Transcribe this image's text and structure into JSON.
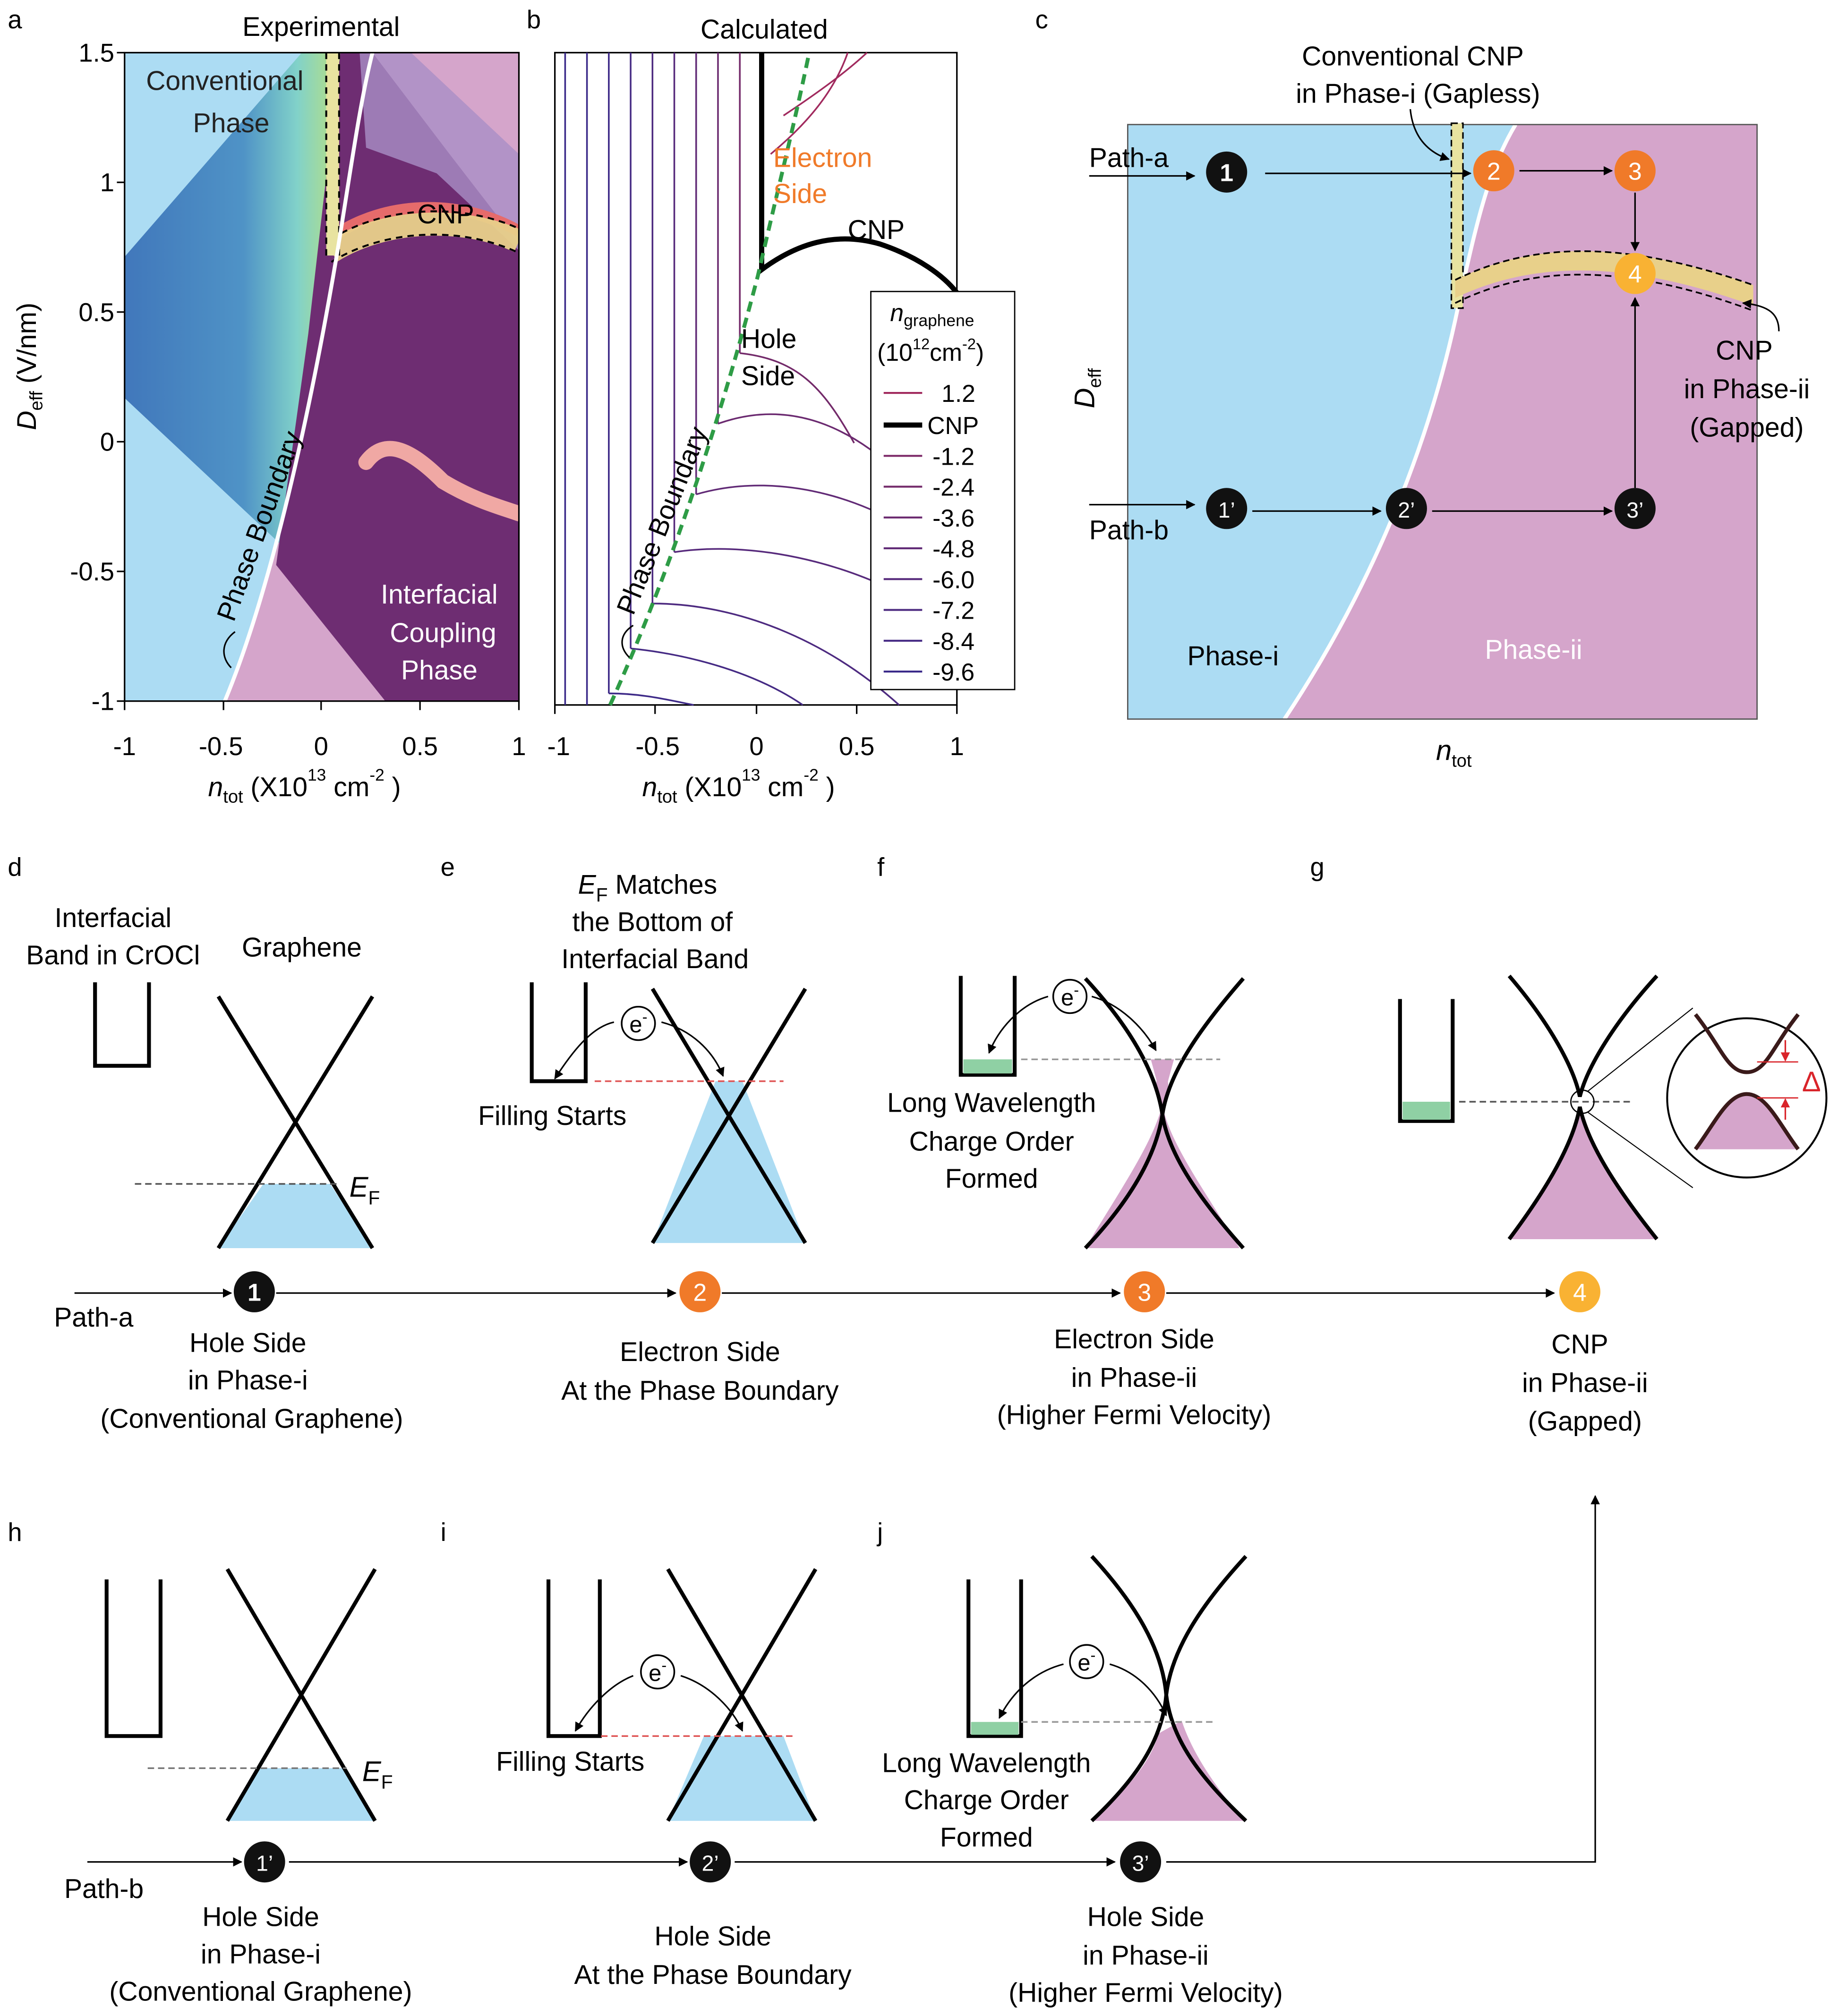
{
  "colors": {
    "phase_i": "#acdcf3",
    "phase_ii": "#d5a5cb",
    "dark_purple": "#6b2a6e",
    "orange": "#f07a29",
    "amber": "#f9b233",
    "yellow_band": "#e8e3a0",
    "green": "#8fd0a4",
    "green_dash": "#2e9c46",
    "red": "#d9242a",
    "legend_pos": "#a12a5e",
    "legend_neg": "#3b2a8a"
  },
  "panel_letters": [
    "a",
    "b",
    "c",
    "d",
    "e",
    "f",
    "g",
    "h",
    "i",
    "j"
  ],
  "panel_a": {
    "title": "Experimental",
    "ylabel_main": "D",
    "ylabel_sub": "eff",
    "ylabel_unit": " (V/nm)",
    "yticks": [
      "1.5",
      "1",
      "0.5",
      "0",
      "-0.5",
      "-1"
    ],
    "xticks": [
      "-1",
      "-0.5",
      "0",
      "0.5",
      "1"
    ],
    "xlabel_main": "n",
    "xlabel_sub": "tot",
    "xlabel_unit": " (X10",
    "xlabel_exp": "13",
    "xlabel_unit2": " cm",
    "xlabel_exp2": "-2",
    "xlabel_close": " )",
    "label_conventional_1": "Conventional",
    "label_conventional_2": "Phase",
    "label_cnp": "CNP",
    "label_boundary": "Phase Boundary",
    "label_interfacial_1": "Interfacial",
    "label_interfacial_2": "Coupling",
    "label_interfacial_3": "Phase"
  },
  "panel_b": {
    "title": "Calculated",
    "label_electron_1": "Electron",
    "label_electron_2": "Side",
    "label_cnp": "CNP",
    "label_hole_1": "Hole",
    "label_hole_2": "Side",
    "label_boundary": "Phase Boundary",
    "legend_title_main": "n",
    "legend_title_sub": "graphene",
    "legend_unit_open": "(10",
    "legend_unit_exp": "12",
    "legend_unit_cm": "cm",
    "legend_unit_exp2": "-2",
    "legend_unit_close": ")",
    "legend": [
      "1.2",
      "CNP",
      "-1.2",
      "-2.4",
      "-3.6",
      "-4.8",
      "-6.0",
      "-7.2",
      "-8.4",
      "-9.6"
    ]
  },
  "panel_c": {
    "label_conventional_cnp_1": "Conventional CNP",
    "label_conventional_cnp_2": "in Phase-i (Gapless)",
    "path_a": "Path-a",
    "path_b": "Path-b",
    "ylabel_main": "D",
    "ylabel_sub": "eff",
    "xlabel_main": "n",
    "xlabel_sub": "tot",
    "cnp_ii_1": "CNP",
    "cnp_ii_2": "in Phase-ii",
    "cnp_ii_3": "(Gapped)",
    "phase_i": "Phase-i",
    "phase_ii": "Phase-ii",
    "node_labels": [
      "1",
      "2",
      "3",
      "4",
      "1’",
      "2’",
      "3’"
    ]
  },
  "row_d": {
    "interfacial_1": "Interfacial",
    "interfacial_2": "Band in CrOCl",
    "graphene": "Graphene",
    "ef_main": "E",
    "ef_sub": "F",
    "e_matches_1": " Matches",
    "e_matches_2": "the Bottom of",
    "e_matches_3": "Interfacial Band",
    "electron": "e",
    "electron_sup": "-",
    "filling_starts": "Filling Starts",
    "long_1": "Long Wavelength",
    "long_2": "Charge Order",
    "long_3": "Formed",
    "gap": "Δ",
    "path_a": "Path-a",
    "desc_1": [
      "Hole Side",
      "in Phase-i",
      "(Conventional Graphene)"
    ],
    "desc_2": [
      "Electron Side",
      "At the Phase Boundary"
    ],
    "desc_3": [
      "Electron Side",
      "in Phase-ii",
      "(Higher Fermi Velocity)"
    ],
    "desc_4": [
      "CNP",
      "in Phase-ii",
      "(Gapped)"
    ]
  },
  "row_h": {
    "path_b": "Path-b",
    "ef_main": "E",
    "ef_sub": "F",
    "electron": "e",
    "electron_sup": "-",
    "filling_starts": "Filling Starts",
    "long_1": "Long Wavelength",
    "long_2": "Charge Order",
    "long_3": "Formed",
    "desc_1": [
      "Hole Side",
      "in Phase-i",
      "(Conventional Graphene)"
    ],
    "desc_2": [
      "Hole Side",
      "At the Phase Boundary"
    ],
    "desc_3": [
      "Hole Side",
      "in Phase-ii",
      "(Higher Fermi Velocity)"
    ]
  }
}
